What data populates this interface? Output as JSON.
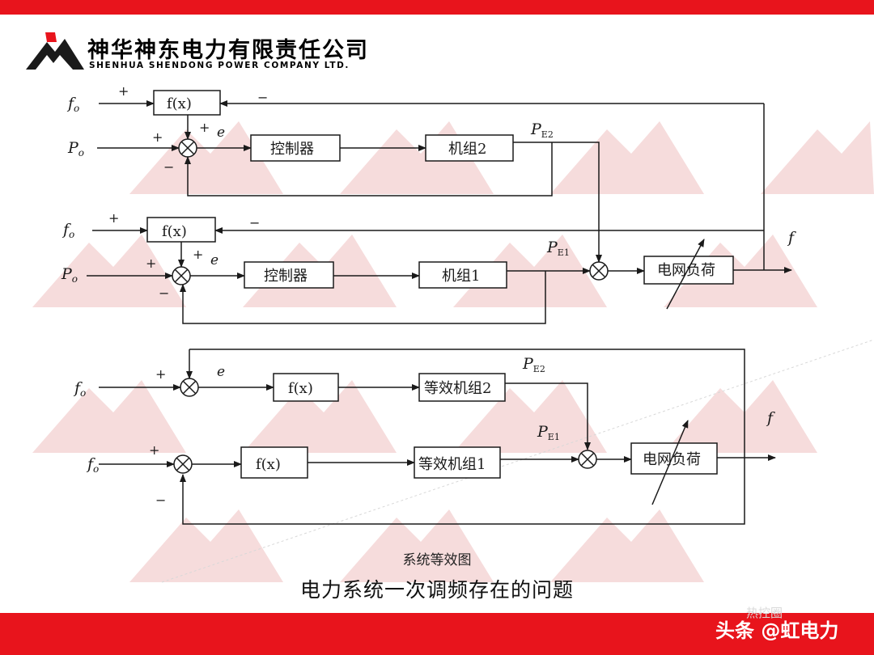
{
  "colors": {
    "brand_red": "#e8141c",
    "line": "#1a1a1a",
    "watermark_red": "#f5d5d5"
  },
  "header": {
    "company_cn": "神华神东电力有限责任公司",
    "company_en": "SHENHUA SHENDONG POWER COMPANY LTD."
  },
  "diagram": {
    "top": {
      "fo_a": "f",
      "fo_a_sub": "o",
      "fx_a": "f(x)",
      "po_a": "P",
      "po_a_sub": "o",
      "e_a": "e",
      "ctrl_2": "控制器",
      "unit_2": "机组2",
      "pe2": "P",
      "pe2_sub": "E2",
      "fo_b": "f",
      "fo_b_sub": "o",
      "fx_b": "f(x)",
      "po_b": "P",
      "po_b_sub": "o",
      "e_b": "e",
      "ctrl_1": "控制器",
      "unit_1": "机组1",
      "pe1": "P",
      "pe1_sub": "E1",
      "grid_load": "电网负荷",
      "f_out": "f"
    },
    "bottom": {
      "e": "e",
      "fo_a": "f",
      "fo_a_sub": "o",
      "fx_a": "f(x)",
      "eq_unit_2": "等效机组2",
      "pe2": "P",
      "pe2_sub": "E2",
      "fo_b": "f",
      "fo_b_sub": "o",
      "fx_b": "f(x)",
      "eq_unit_1": "等效机组1",
      "pe1": "P",
      "pe1_sub": "E1",
      "grid_load": "电网负荷",
      "f_out": "f"
    },
    "signs": {
      "plus": "+",
      "minus": "−"
    }
  },
  "caption": "系统等效图",
  "subtitle": "电力系统一次调频存在的问题",
  "watermark": {
    "ghost": "热控圈",
    "main": "头条 @虹电力"
  }
}
